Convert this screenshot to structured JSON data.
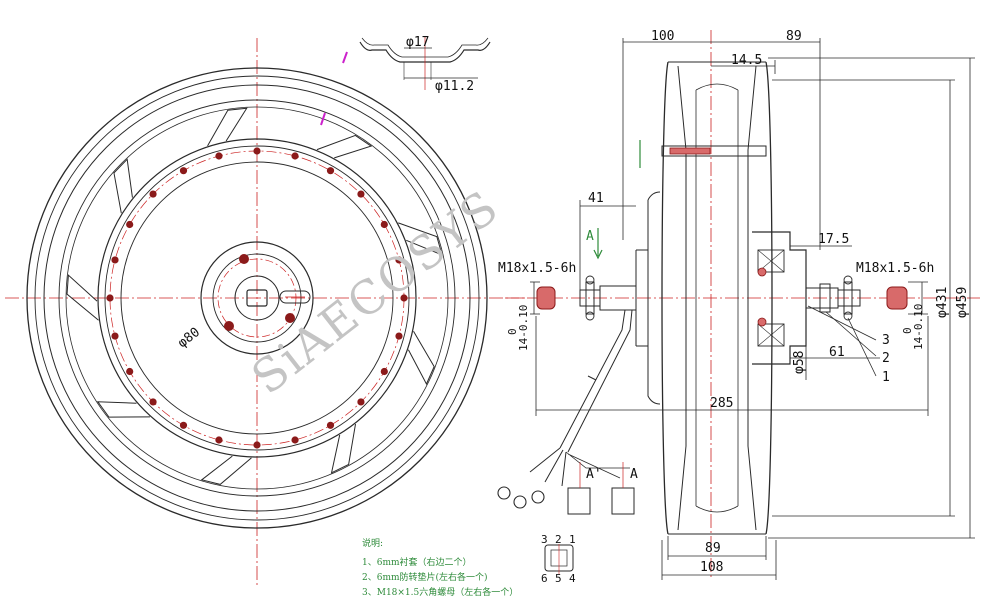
{
  "watermark": "SiAECOSYS",
  "front_view": {
    "bore_label": "φ80",
    "rim_section": {
      "top_label": "φ17",
      "bottom_label": "φ11.2"
    }
  },
  "side_view": {
    "dims": {
      "top_overall": "100",
      "top_rim": "89",
      "rim_offset": "14.5",
      "axle_left": "41",
      "axle_right": "17.5",
      "flat_left_tol": "14-0.10",
      "flat_left_tol_top": "0",
      "flat_right_tol": "14-0.10",
      "flat_right_tol_top": "0",
      "hub": "φ58",
      "axle_len": "61",
      "overall_axle": "285",
      "rim_inner": "φ431",
      "rim_outer": "φ459",
      "bottom_rim": "89",
      "bottom_overall": "108"
    },
    "thread_left": "M18x1.5-6h",
    "thread_right": "M18x1.5-6h",
    "callouts": [
      "3",
      "2",
      "1"
    ],
    "section_arrow": "A",
    "view_labels": [
      "A'",
      "A"
    ]
  },
  "connector": {
    "pins_top": [
      "3",
      "2",
      "1"
    ],
    "pins_bottom": [
      "6",
      "5",
      "4"
    ]
  },
  "notes": {
    "title": "说明:",
    "items": [
      "1、6mm衬套（右边二个）",
      "2、6mm防转垫片(左右各一个)",
      "3、M18×1.5六角螺母（左右各一个）"
    ]
  },
  "colors": {
    "line": "#2a2a2a",
    "center": "#cc2222",
    "bolt": "#8b1a1a",
    "nut": "#d86a6a",
    "note": "#2e8b3a",
    "accent": "#cc22cc"
  }
}
